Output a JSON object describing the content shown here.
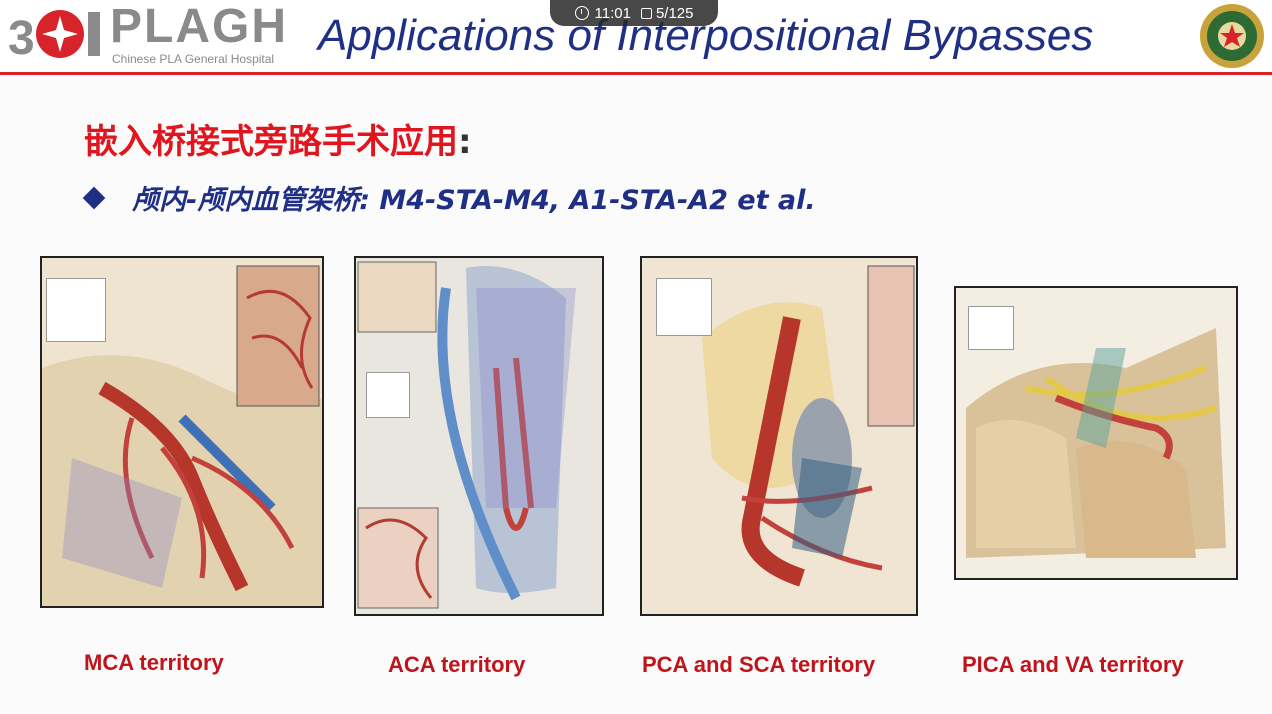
{
  "status": {
    "time": "11:01",
    "slide_counter": "5/125"
  },
  "header": {
    "logo_text": "PLAGH",
    "logo_subtitle": "Chinese PLA General Hospital",
    "title": "Applications of Interpositional Bypasses"
  },
  "content": {
    "heading": "嵌入桥接式旁路手术应用",
    "heading_colon": ":",
    "bullet": "颅内-颅内血管架桥: M4-STA-M4, A1-STA-A2 et al."
  },
  "panels": [
    {
      "caption": "MCA territory"
    },
    {
      "caption": "ACA territory"
    },
    {
      "caption": "PCA and SCA territory"
    },
    {
      "caption": "PICA and VA territory"
    }
  ],
  "colors": {
    "accent_red": "#d8232a",
    "title_blue": "#1f2f86",
    "caption_red": "#c0141b"
  }
}
